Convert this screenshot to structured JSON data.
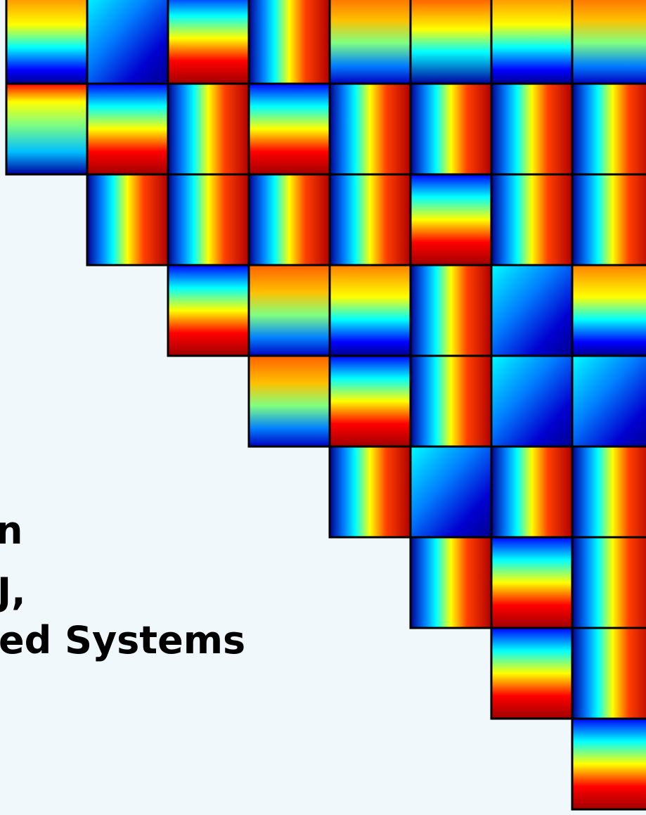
{
  "cover": {
    "title_lines": [
      "n",
      "J,",
      "ed Systems"
    ]
  },
  "mosaic": {
    "colormap": [
      "#00008f",
      "#0000ff",
      "#00ffff",
      "#80ff80",
      "#ffff00",
      "#ff8000",
      "#ff0000",
      "#800000"
    ],
    "border_color": "#000000",
    "background": "#f1f8fc",
    "rows": [
      [
        "h-cyan",
        "diag-blue",
        "h-red",
        "v-red-blue",
        "h-orange",
        "h-blue",
        "h-cyan",
        "h-orange"
      ],
      [
        "h-green",
        "h-red",
        "v-red-blue",
        "h-red",
        "v-red-blue",
        "v-red-blue",
        "v-red-blue",
        "v-red-blue"
      ],
      [
        null,
        "v-red-blue",
        "v-red-blue",
        "v-red-blue",
        "v-red-blue",
        "h-red",
        "v-red-blue",
        "v-red-blue"
      ],
      [
        null,
        null,
        "h-red",
        "h-orange",
        "h-cyan",
        "v-red-blue",
        "diag-blue",
        "h-cyan"
      ],
      [
        null,
        null,
        null,
        "h-orange",
        "h-red",
        "v-red-blue",
        "diag-blue",
        "diag-blue"
      ],
      [
        null,
        null,
        null,
        null,
        "v-red-blue",
        "diag-blue",
        "v-red-blue",
        "v-red-blue"
      ],
      [
        null,
        null,
        null,
        null,
        null,
        "v-red-blue",
        "h-red",
        "v-red-blue"
      ],
      [
        null,
        null,
        null,
        null,
        null,
        null,
        "h-red",
        "v-red-blue"
      ],
      [
        null,
        null,
        null,
        null,
        null,
        null,
        null,
        "h-red"
      ]
    ]
  }
}
